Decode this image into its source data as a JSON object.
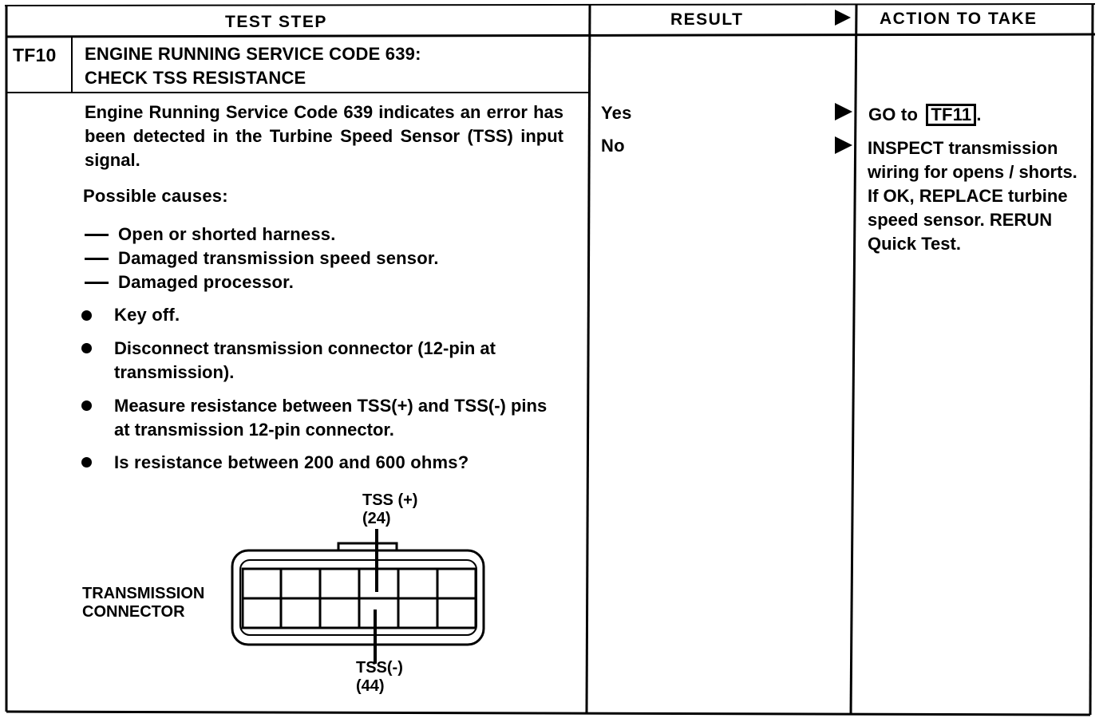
{
  "header": {
    "test_step": "TEST STEP",
    "result": "RESULT",
    "action": "ACTION TO TAKE"
  },
  "step": {
    "code": "TF10",
    "title_line1": "ENGINE RUNNING SERVICE CODE 639:",
    "title_line2": "CHECK TSS RESISTANCE"
  },
  "body": {
    "intro": "Engine Running Service Code 639 indicates an error has been detected in the Turbine Speed Sensor (TSS) input signal.",
    "possible_causes_label": "Possible causes:",
    "causes": [
      "Open or shorted harness.",
      "Damaged transmission speed sensor.",
      "Damaged processor."
    ],
    "bullets": [
      "Key off.",
      "Disconnect transmission connector (12-pin at transmission).",
      "Measure resistance between TSS(+) and TSS(-) pins at transmission 12-pin connector.",
      "Is resistance between 200 and 600 ohms?"
    ]
  },
  "diagram": {
    "top_label": "TSS (+)",
    "top_pin": "(24)",
    "connector_label_line1": "TRANSMISSION",
    "connector_label_line2": "CONNECTOR",
    "bottom_label": "TSS(-)",
    "bottom_pin": "(44)"
  },
  "results": {
    "yes": "Yes",
    "no": "No"
  },
  "actions": {
    "yes_prefix": "GO to",
    "yes_ref": "TF11",
    "yes_suffix": ".",
    "no_text": "INSPECT transmission wiring for opens / shorts. If OK, REPLACE turbine speed sensor. RERUN Quick Test."
  }
}
